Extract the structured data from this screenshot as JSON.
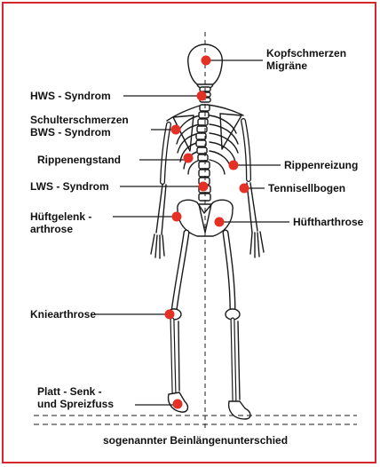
{
  "colors": {
    "border": "#d6282c",
    "marker": "#e53026",
    "ink": "#111111"
  },
  "labels": {
    "kopf": [
      "Kopfschmerzen",
      "Migräne"
    ],
    "hws": "HWS - Syndrom",
    "schulter": [
      "Schulterschmerzen",
      "BWS - Syndrom"
    ],
    "rippeneng": "Rippenengstand",
    "rippenreiz": "Rippenreizung",
    "lws": "LWS - Syndrom",
    "tennis": "Tennisellbogen",
    "hueftgelenk": [
      "Hüftgelenk -",
      "arthrose"
    ],
    "hueftarthrose": "Hüftharthrose",
    "knie": "Kniearthrose",
    "fuss": [
      "Platt - Senk -",
      "und Spreizfuss"
    ],
    "bein": "sogenannter Beinlängenunterschied"
  }
}
